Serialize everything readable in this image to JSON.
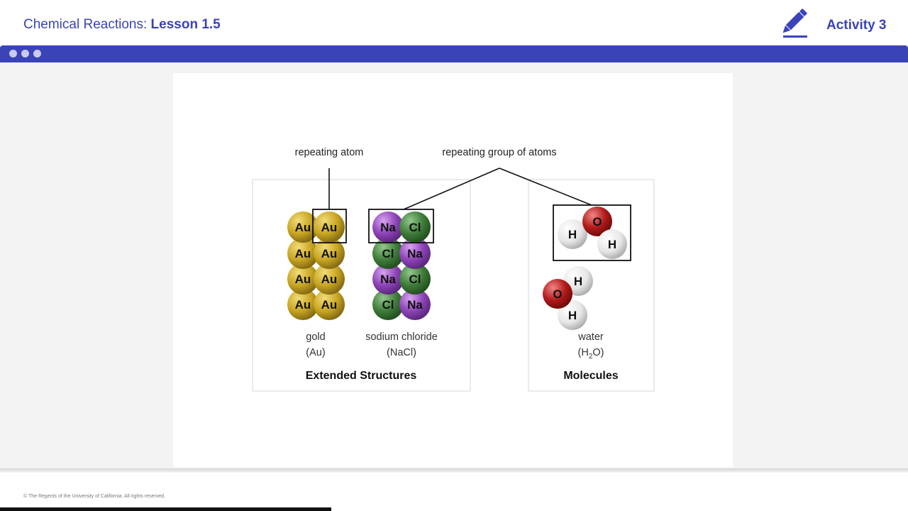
{
  "header": {
    "lesson_prefix": "Chemical Reactions: ",
    "lesson_name": "Lesson 1.5",
    "activity": "Activity 3",
    "accent_color": "#3a43b8",
    "icon": "pencil-icon"
  },
  "diagram": {
    "callouts": {
      "repeating_atom": "repeating atom",
      "repeating_group": "repeating group of atoms"
    },
    "panels": {
      "extended": {
        "title": "Extended Structures",
        "gold": {
          "name": "gold",
          "formula": "(Au)"
        },
        "nacl": {
          "name": "sodium chloride",
          "formula": "(NaCl)"
        }
      },
      "molecules": {
        "title": "Molecules",
        "water": {
          "name": "water",
          "formula_open": "(H",
          "formula_sub": "2",
          "formula_close": "O)"
        }
      }
    },
    "gold_grid": [
      [
        "Au",
        "Au"
      ],
      [
        "Au",
        "Au"
      ],
      [
        "Au",
        "Au"
      ],
      [
        "Au",
        "Au"
      ]
    ],
    "nacl_grid": [
      [
        "Na",
        "Cl"
      ],
      [
        "Cl",
        "Na"
      ],
      [
        "Na",
        "Cl"
      ],
      [
        "Cl",
        "Na"
      ]
    ],
    "water_atoms": {
      "boxed": [
        "O",
        "H",
        "H"
      ],
      "free": [
        "H",
        "O",
        "H"
      ]
    },
    "atom_colors": {
      "Au": "#c9a623",
      "Na": "#8e44b8",
      "Cl": "#3f7d3a",
      "O": "#b31b1b",
      "H": "#eeeeee"
    }
  },
  "footer": {
    "copyright": "© The Regents of the University of California. All rights reserved."
  }
}
